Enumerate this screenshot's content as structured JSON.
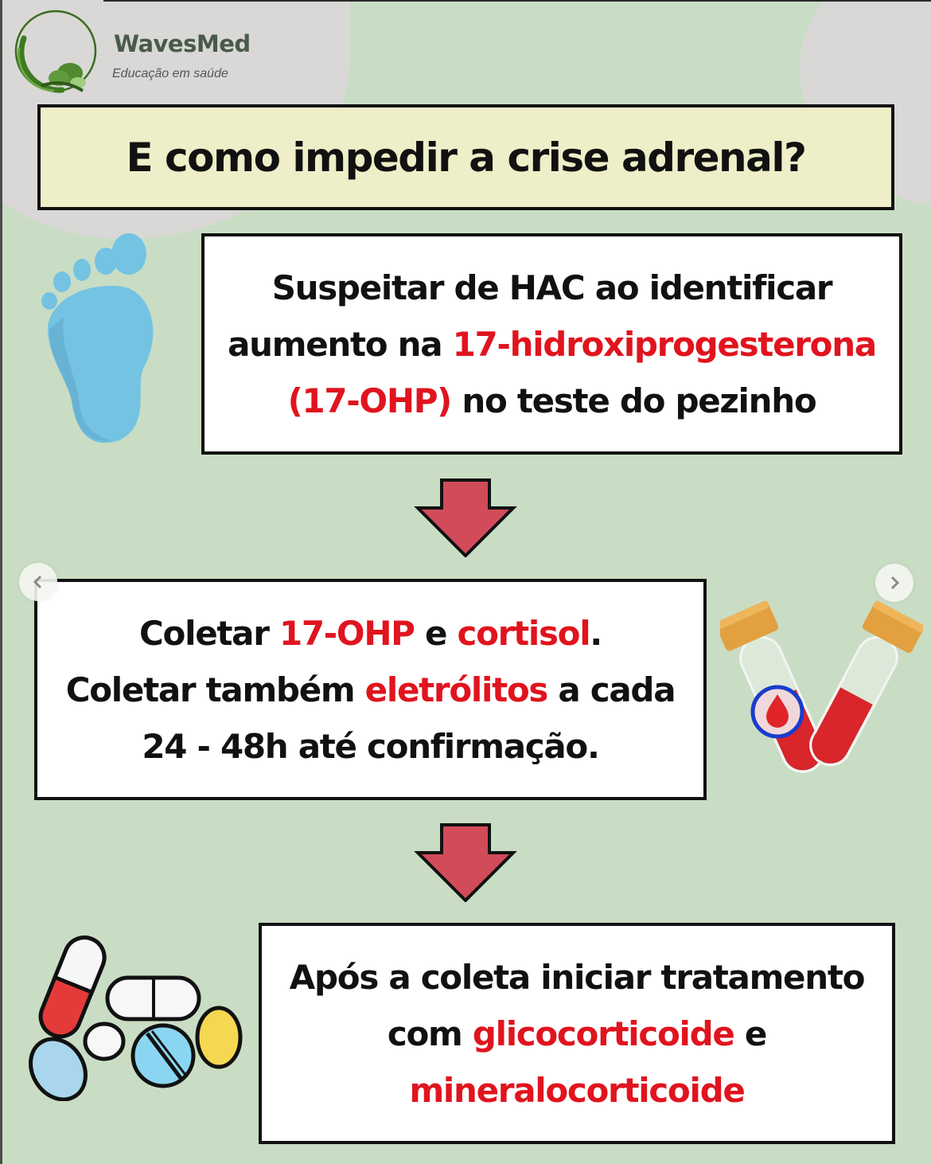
{
  "brand": {
    "name": "WavesMed",
    "tagline": "Educação em saúde",
    "logo_icon": "waves-circle-logo"
  },
  "title": "E como impedir a crise adrenal?",
  "steps": [
    {
      "icon": "baby-foot-icon",
      "lines": [
        [
          {
            "text": "Suspeitar de HAC ao identificar",
            "highlight": false
          }
        ],
        [
          {
            "text": "aumento na ",
            "highlight": false
          },
          {
            "text": "17-hidroxiprogesterona",
            "highlight": true
          }
        ],
        [
          {
            "text": "(17-OHP)",
            "highlight": true
          },
          {
            "text": " no teste do pezinho",
            "highlight": false
          }
        ]
      ]
    },
    {
      "icon": "blood-test-tubes-icon",
      "lines": [
        [
          {
            "text": "Coletar ",
            "highlight": false
          },
          {
            "text": "17-OHP",
            "highlight": true
          },
          {
            "text": " e ",
            "highlight": false
          },
          {
            "text": "cortisol",
            "highlight": true
          },
          {
            "text": ".",
            "highlight": false
          }
        ],
        [
          {
            "text": "Coletar também ",
            "highlight": false
          },
          {
            "text": "eletrólitos",
            "highlight": true
          },
          {
            "text": " a cada",
            "highlight": false
          }
        ],
        [
          {
            "text": "24 - 48h até confirmação.",
            "highlight": false
          }
        ]
      ]
    },
    {
      "icon": "pills-icon",
      "lines": [
        [
          {
            "text": "Após a coleta iniciar tratamento",
            "highlight": false
          }
        ],
        [
          {
            "text": "com ",
            "highlight": false
          },
          {
            "text": "glicocorticoide",
            "highlight": true
          },
          {
            "text": " e",
            "highlight": false
          }
        ],
        [
          {
            "text": "mineralocorticoide",
            "highlight": true
          }
        ]
      ]
    }
  ],
  "navigation": {
    "prev_icon": "chevron-left-icon",
    "next_icon": "chevron-right-icon"
  },
  "colors": {
    "background": "#c9ddc4",
    "blob_gray": "#d9d8d6",
    "title_box": "#eeeec8",
    "highlight_red": "#e0141e",
    "arrow_red": "#d14b5a",
    "foot_blue": "#74c3e3",
    "brand_green": "#3f7a22"
  }
}
